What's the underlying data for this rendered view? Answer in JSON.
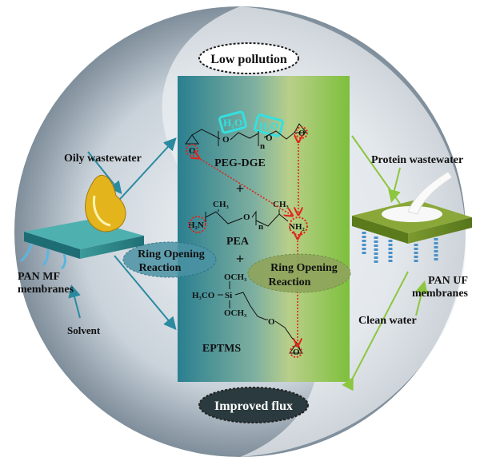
{
  "top_badge": "Low pollution",
  "bottom_badge": "Improved flux",
  "left": {
    "feed_label": "Oily wastewater",
    "membrane_label_1": "PAN MF",
    "membrane_label_2": "membranes",
    "permeate_label": "Solvent"
  },
  "right": {
    "feed_label": "Protein wastewater",
    "membrane_label_1": "PAN UF",
    "membrane_label_2": "membranes",
    "permeate_label": "Clean water"
  },
  "reaction_left": {
    "line1": "Ring Opening",
    "line2": "Reaction"
  },
  "reaction_right": {
    "line1": "Ring Opening",
    "line2": "Reaction"
  },
  "chemicals": {
    "peg_dge": "PEG-DGE",
    "pea": "PEA",
    "eptms": "EPTMS",
    "plus": "+",
    "water": "H₂O",
    "oxygen": "O",
    "n": "n",
    "ch3": "CH₃",
    "h2n": "H₂N",
    "nh2": "NH₂",
    "och3": "OCH₃",
    "h3co": "H₃CO",
    "si": "Si"
  },
  "colors": {
    "teal": "#2a7f90",
    "green": "#8dc63f",
    "red": "#e0241b",
    "cyan": "#33e0e0"
  }
}
